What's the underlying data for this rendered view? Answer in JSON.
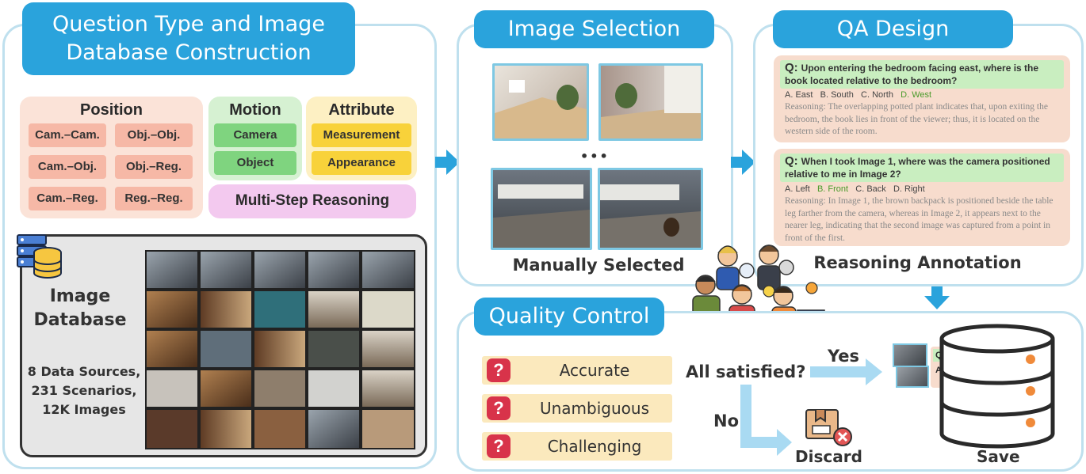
{
  "panels": {
    "construction_title": "Question Type and Image\nDatabase Construction",
    "image_selection_title": "Image Selection",
    "qa_design_title": "QA Design",
    "quality_control_title": "Quality Control"
  },
  "position": {
    "title": "Position",
    "items": [
      "Cam.–Cam.",
      "Obj.–Obj.",
      "Cam.–Obj.",
      "Obj.–Reg.",
      "Cam.–Reg.",
      "Reg.–Reg."
    ]
  },
  "motion": {
    "title": "Motion",
    "items": [
      "Camera",
      "Object"
    ]
  },
  "attribute": {
    "title": "Attribute",
    "items": [
      "Measurement",
      "Appearance"
    ]
  },
  "multi_step": "Multi-Step Reasoning",
  "database": {
    "title": "Image\nDatabase",
    "stats": "8 Data Sources,\n231 Scenarios,\n12K Images"
  },
  "image_selection": {
    "ellipsis": "•••",
    "caption": "Manually Selected"
  },
  "qa": {
    "card1": {
      "q_mark": "Q:",
      "question": "Upon entering the bedroom facing east, where is the book located relative to the bedroom?",
      "options": [
        "A. East",
        "B. South",
        "C. North"
      ],
      "answer": "D. West",
      "reasoning": "Reasoning: The overlapping potted plant indicates that, upon exiting the bedroom, the book lies in front of the viewer; thus, it is located on the western side of the room."
    },
    "card2": {
      "q_mark": "Q:",
      "question": "When I took Image 1, where was the camera positioned relative to me in Image 2?",
      "options_before": [
        "A. Left"
      ],
      "answer": "B. Front",
      "options_after": [
        "C. Back",
        "D. Right"
      ],
      "reasoning": "Reasoning: In Image 1, the brown backpack is positioned beside the table leg farther from the camera, whereas in Image 2, it appears next to the nearer leg, indicating that the second image was captured from a point in front of the first."
    },
    "caption": "Reasoning Annotation"
  },
  "quality": {
    "items": [
      "Accurate",
      "Unambiguous",
      "Challenging"
    ],
    "icon_glyph": "?",
    "question": "All satisfied?",
    "yes": "Yes",
    "no": "No",
    "discard": "Discard",
    "save": "Save",
    "mini_q": "Q:",
    "mini_a": "A:"
  },
  "colors": {
    "accent": "#2aa3dc",
    "panel_border": "#bfe0ee",
    "position_bg": "#fbe3d8",
    "motion_bg": "#d6f1d2",
    "attribute_bg": "#fdf0c3",
    "multistep_bg": "#f3c9ef"
  }
}
